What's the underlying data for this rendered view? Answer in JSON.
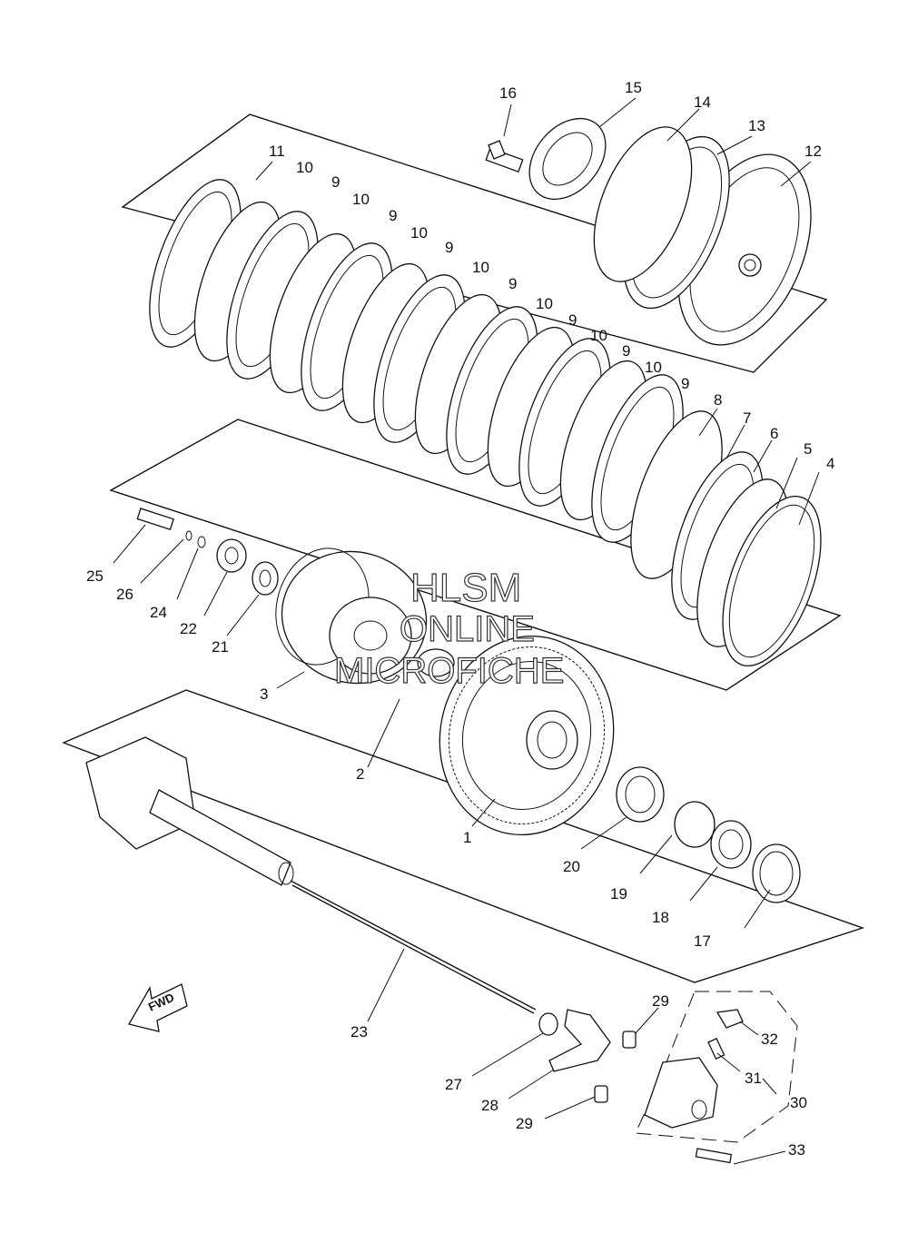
{
  "watermark": {
    "line1": "HLSM",
    "line2": "ONLINE",
    "line3": "MICROFICHE"
  },
  "direction_label": "FWD",
  "callouts": {
    "p1": "1",
    "p2": "2",
    "p3": "3",
    "p4": "4",
    "p5": "5",
    "p6": "6",
    "p7": "7",
    "p8": "8",
    "p9a": "9",
    "p9b": "9",
    "p9c": "9",
    "p9d": "9",
    "p9e": "9",
    "p9f": "9",
    "p9g": "9",
    "p10a": "10",
    "p10b": "10",
    "p10c": "10",
    "p10d": "10",
    "p10e": "10",
    "p10f": "10",
    "p10g": "10",
    "p11": "11",
    "p12": "12",
    "p13": "13",
    "p14": "14",
    "p15": "15",
    "p16": "16",
    "p17": "17",
    "p18": "18",
    "p19": "19",
    "p20": "20",
    "p21": "21",
    "p22": "22",
    "p23": "23",
    "p24": "24",
    "p25": "25",
    "p26": "26",
    "p27": "27",
    "p28": "28",
    "p29a": "29",
    "p29b": "29",
    "p30": "30",
    "p31": "31",
    "p32": "32",
    "p33": "33"
  }
}
